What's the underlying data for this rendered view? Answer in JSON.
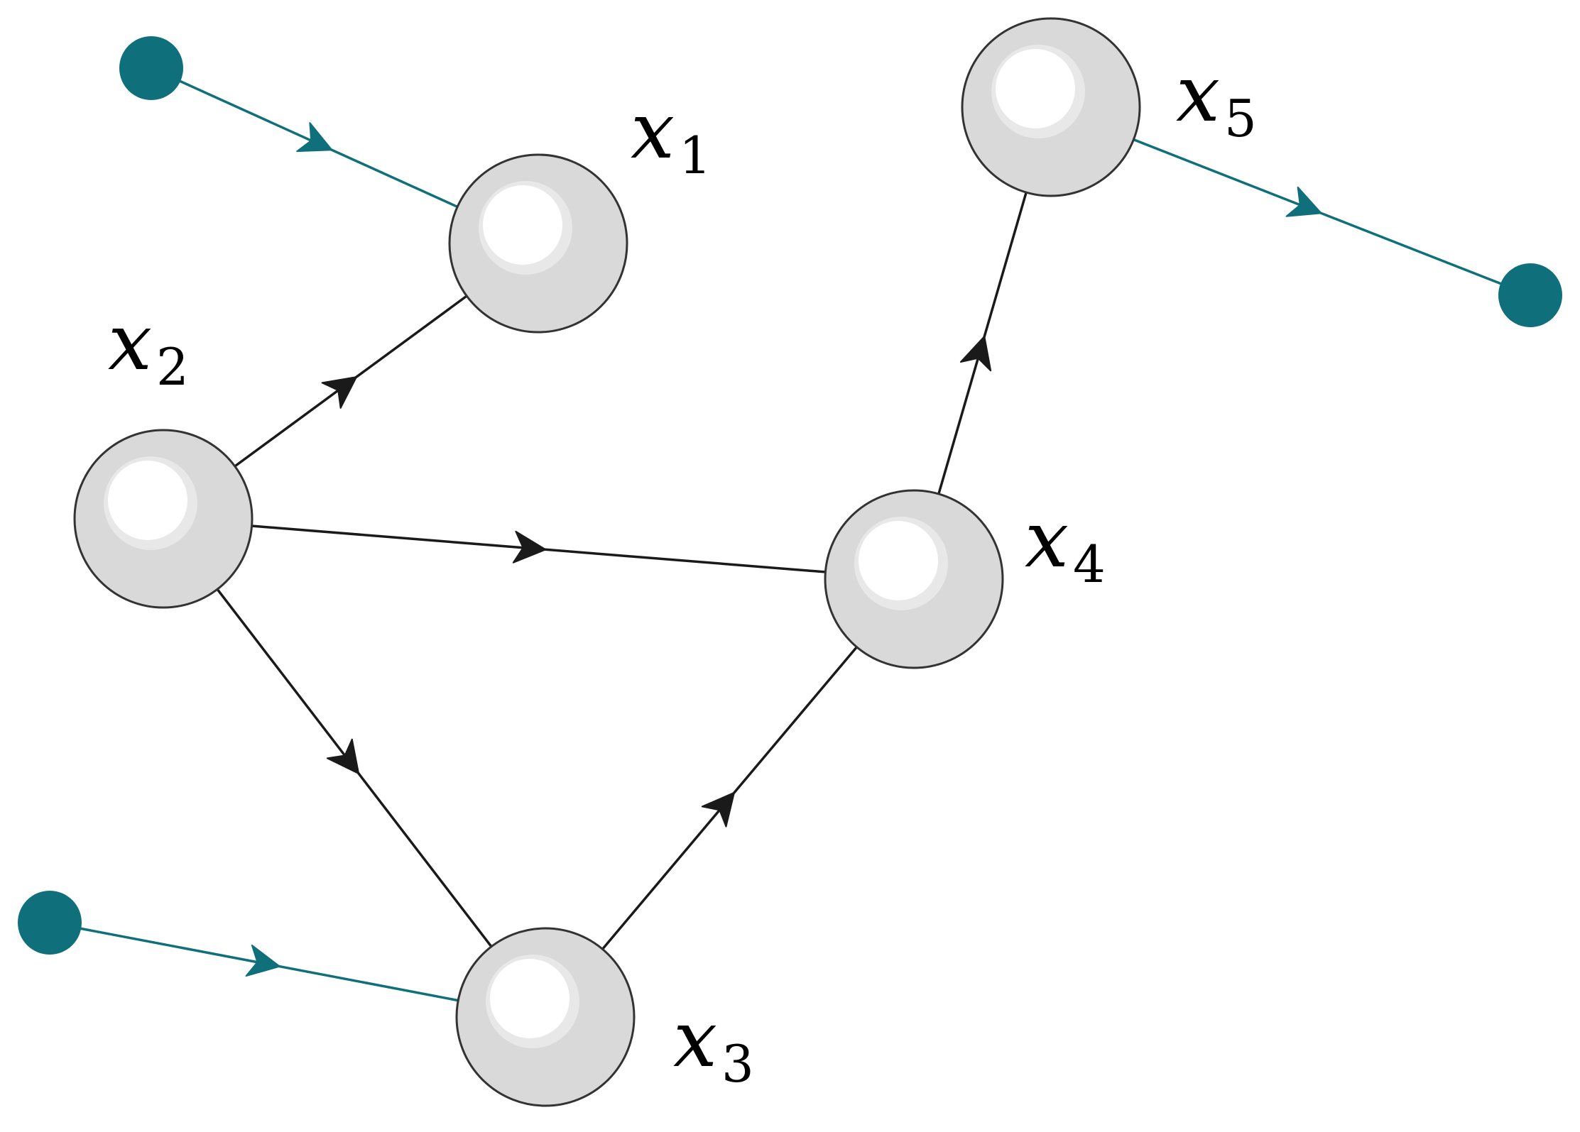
{
  "colors": {
    "edge": "#1a1a1a",
    "external": "#0f6f7a",
    "node_fill": "#d9d9d9",
    "node_highlight": "#ffffff",
    "node_stroke": "#333333"
  },
  "nodes": [
    {
      "id": "x1",
      "label": "x",
      "sub": "1"
    },
    {
      "id": "x2",
      "label": "x",
      "sub": "2"
    },
    {
      "id": "x3",
      "label": "x",
      "sub": "3"
    },
    {
      "id": "x4",
      "label": "x",
      "sub": "4"
    },
    {
      "id": "x5",
      "label": "x",
      "sub": "5"
    }
  ],
  "edges": [
    {
      "from": "x2",
      "to": "x1"
    },
    {
      "from": "x2",
      "to": "x4"
    },
    {
      "from": "x2",
      "to": "x3"
    },
    {
      "from": "x3",
      "to": "x4"
    },
    {
      "from": "x4",
      "to": "x5"
    }
  ],
  "external_edges": [
    {
      "from": "source",
      "to": "x1"
    },
    {
      "from": "source",
      "to": "x3"
    },
    {
      "from": "x5",
      "to": "sink"
    }
  ]
}
